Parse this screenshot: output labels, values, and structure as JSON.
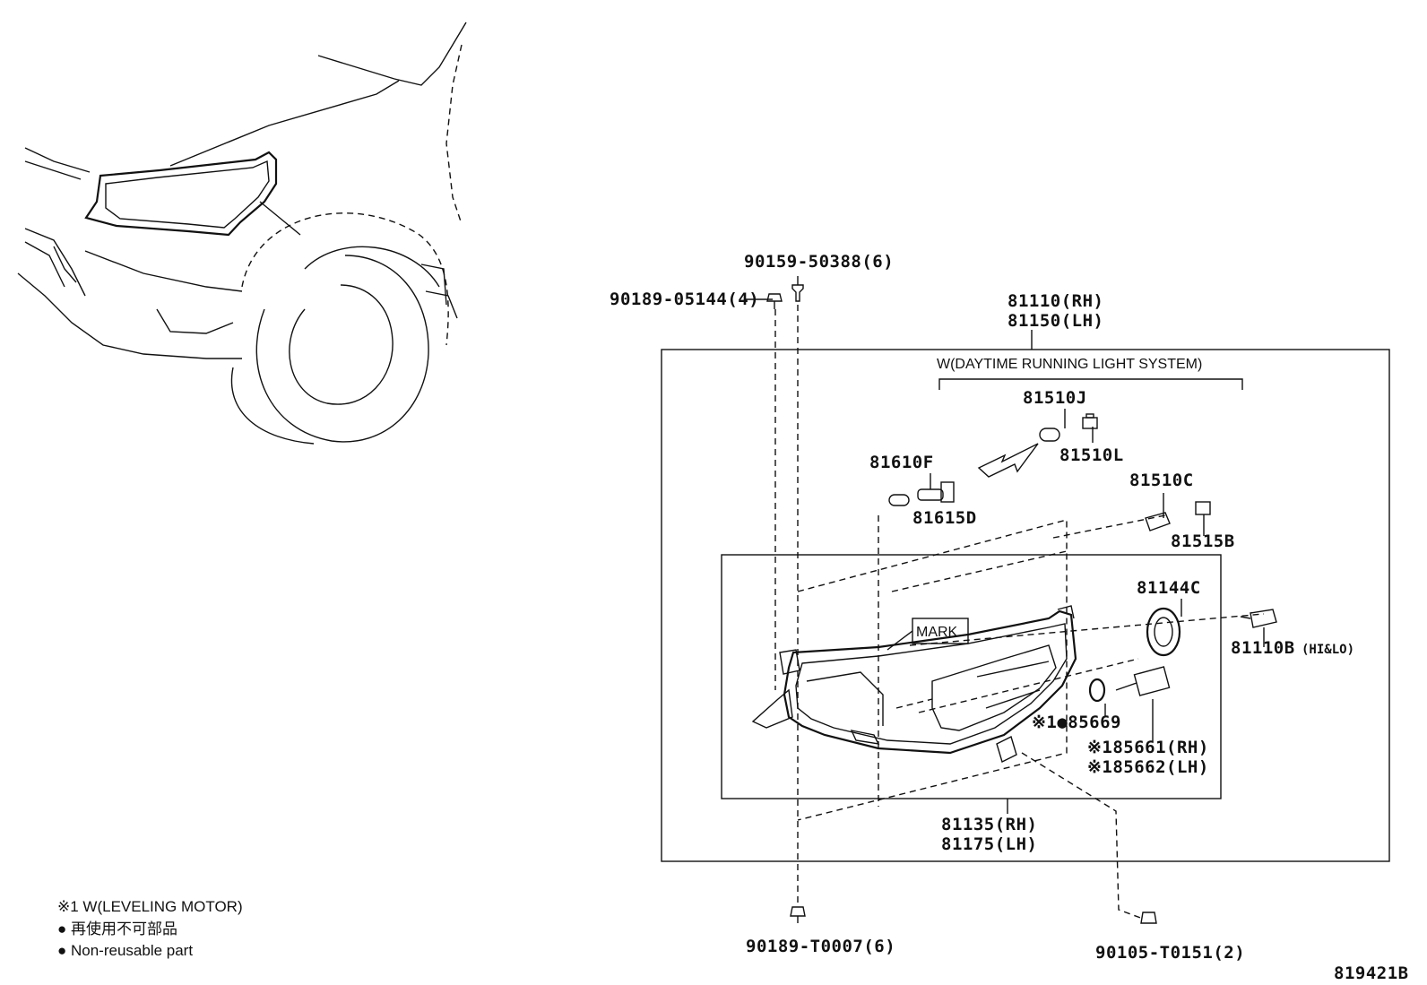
{
  "parts": {
    "p90159": "90159-50388(6)",
    "p90189a": "90189-05144(4)",
    "p81110": "81110(RH)",
    "p81150": "81150(LH)",
    "drl": "W(DAYTIME RUNNING LIGHT SYSTEM)",
    "p81510J": "81510J",
    "p81510L": "81510L",
    "p81610F": "81610F",
    "p81615D": "81615D",
    "p81510C": "81510C",
    "p81515B": "81515B",
    "mark": "MARK",
    "p81144C": "81144C",
    "p81110B": "81110B",
    "p81110B_suffix": "(HI&LO)",
    "p85669": "※1●85669",
    "p85661": "※185661(RH)",
    "p85662": "※185662(LH)",
    "p81135": "81135(RH)",
    "p81175": "81175(LH)",
    "p90189b": "90189-T0007(6)",
    "p90105": "90105-T0151(2)"
  },
  "notes": {
    "leveling": "※1 W(LEVELING MOTOR)",
    "jp": "● 再使用不可部品",
    "en": "● Non-reusable part"
  },
  "drawing_id": "819421B"
}
